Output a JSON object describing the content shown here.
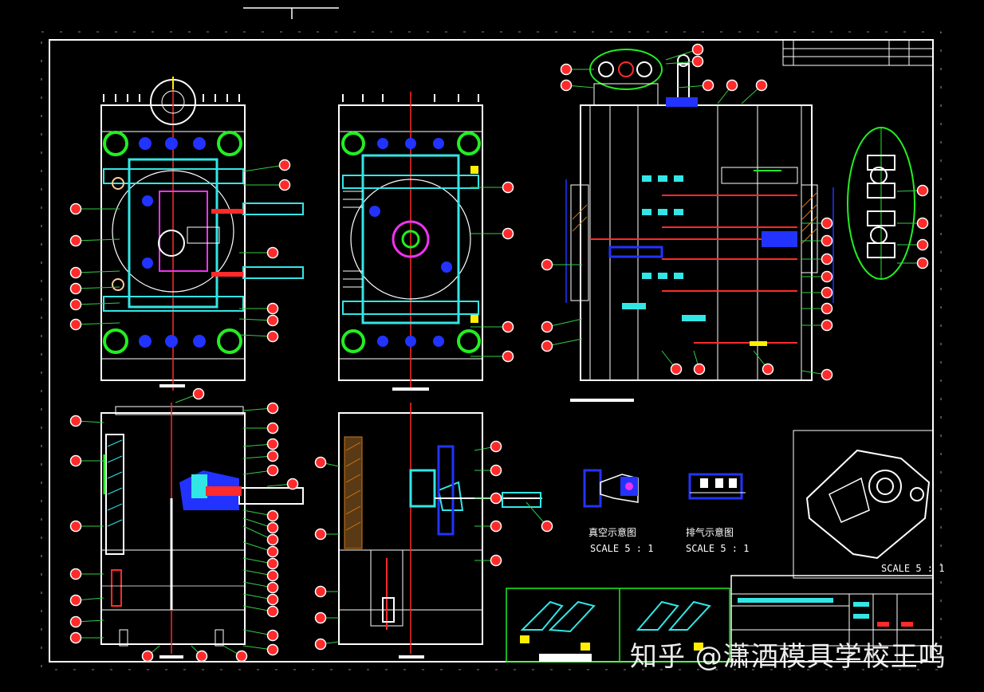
{
  "drawing": {
    "colors": {
      "background": "#000000",
      "outline": "#ffffff",
      "cyan": "#33e6e6",
      "blue": "#2233ff",
      "red": "#ff2a2a",
      "green": "#22ee22",
      "magenta": "#ee33ee",
      "yellow": "#ffee00",
      "leader": "#33cc44",
      "hatch": "#cc7722"
    },
    "detail_labels": {
      "detail_a": "真空示意图",
      "detail_a_scale": "SCALE 5 : 1",
      "detail_b": "排气示意图",
      "detail_b_scale": "SCALE 5 : 1",
      "iso_scale": "SCALE 5 : 1"
    },
    "watermark": "知乎 @潇洒模具学校王鸣"
  }
}
